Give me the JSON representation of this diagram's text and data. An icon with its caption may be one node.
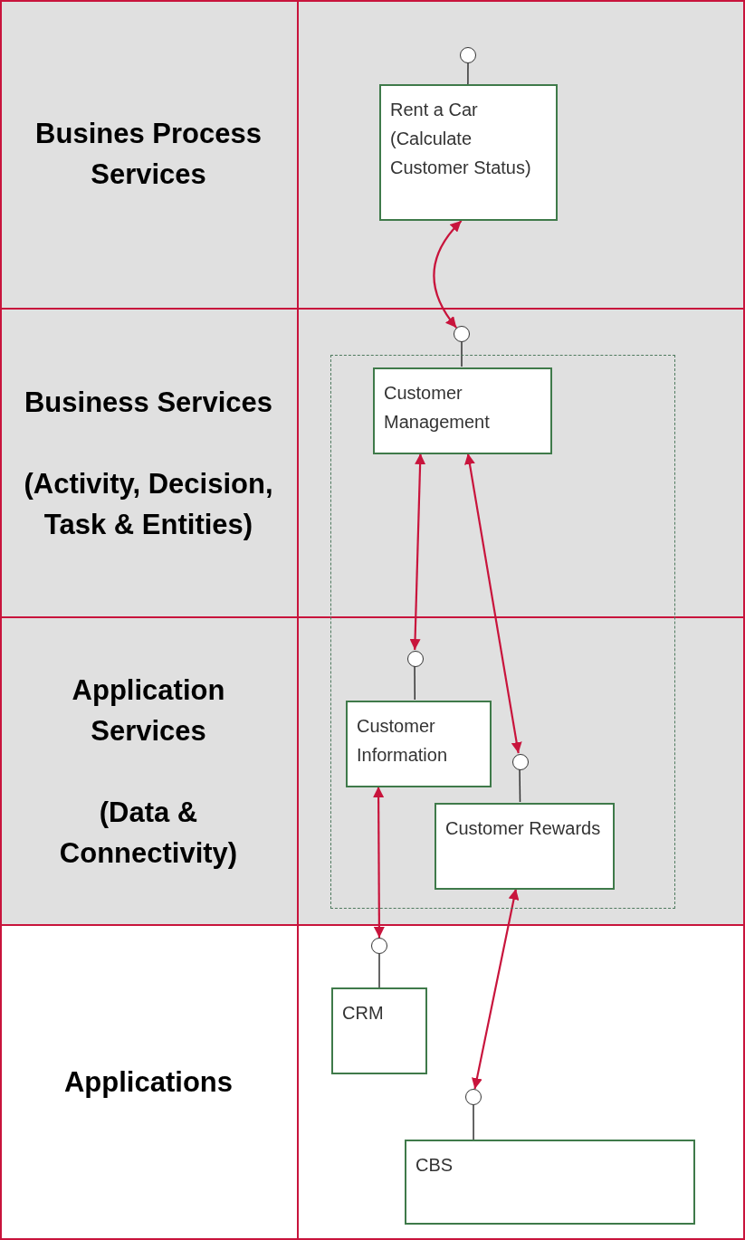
{
  "diagram": {
    "nodes": [
      {
        "text": [
          "Busines Process Services"
        ]
      },
      {
        "text": [
          "Business Services",
          "(Activity, Decision, Task & Entities)"
        ]
      },
      {
        "text": [
          "Application Services",
          "(Data & Connectivity)"
        ]
      },
      {
        "text": [
          "Applications"
        ]
      },
      {
        "text": [],
        "shape": "circle"
      },
      {
        "text": [
          "Rent a Car (Calculate Customer Status)"
        ]
      },
      {
        "text": [],
        "shape": "circle"
      },
      {
        "text": [],
        "shape": "box"
      },
      {
        "text": [
          "Customer Management"
        ],
        "in": 7
      },
      {
        "text": [],
        "shape": "circle",
        "in": 7
      },
      {
        "text": [
          "Customer Information"
        ],
        "in": 7
      },
      {
        "text": [],
        "shape": "circle",
        "in": 7
      },
      {
        "text": [
          "Customer Rewards"
        ],
        "in": 7
      },
      {
        "text": [],
        "shape": "circle"
      },
      {
        "text": [
          "CRM"
        ]
      },
      {
        "text": [],
        "shape": "circle"
      },
      {
        "text": [
          "CBS"
        ]
      }
    ],
    "edges": [
      {
        "from": 4,
        "to": 5,
        "arrow": "none"
      },
      {
        "from": 5,
        "to": 6,
        "arrow": "both",
        "color": "#c8143c"
      },
      {
        "from": 6,
        "to": 8,
        "arrow": "none"
      },
      {
        "from": 8,
        "to": 9,
        "arrow": "both",
        "color": "#c8143c"
      },
      {
        "from": 8,
        "to": 11,
        "arrow": "both",
        "color": "#c8143c"
      },
      {
        "from": 9,
        "to": 10,
        "arrow": "none"
      },
      {
        "from": 11,
        "to": 12,
        "arrow": "none"
      },
      {
        "from": 10,
        "to": 13,
        "arrow": "both",
        "color": "#c8143c"
      },
      {
        "from": 13,
        "to": 14,
        "arrow": "none"
      },
      {
        "from": 12,
        "to": 15,
        "arrow": "both",
        "color": "#c8143c"
      },
      {
        "from": 15,
        "to": 16,
        "arrow": "none"
      }
    ]
  }
}
